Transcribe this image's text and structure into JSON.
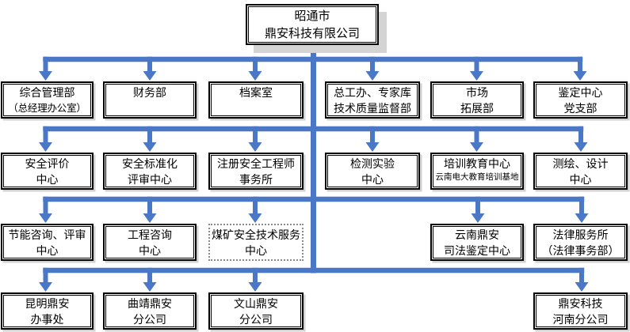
{
  "colors": {
    "connector_blue": "#4A77C6",
    "box_border": "#000000",
    "box_shadow_gray": "#D1D1D1",
    "root_shadow_gray": "#D4D4D4",
    "dotted_border_gray": "#8A8A8A"
  },
  "org_chart": {
    "root": {
      "line1": "昭通市",
      "line2": "鼎安科技有限公司"
    },
    "level2": [
      {
        "line1": "综合管理部",
        "line2": "（总经理办公室）"
      },
      {
        "line1": "财务部"
      },
      {
        "line1": "档案室"
      },
      {
        "line1": "总工办、专家库",
        "line2": "技术质量监督部"
      },
      {
        "line1": "市场",
        "line2": "拓展部"
      },
      {
        "line1": "鉴定中心",
        "line2": "党支部"
      }
    ],
    "level3": [
      {
        "line1": "安全评价",
        "line2": "中心"
      },
      {
        "line1": "安全标准化",
        "line2": "评审中心"
      },
      {
        "line1": "注册安全工程师",
        "line2": "事务所"
      },
      {
        "line1": "检测实验",
        "line2": "中心"
      },
      {
        "line1": "培训教育中心",
        "line2": "云南电大教育培训基地"
      },
      {
        "line1": "测绘、设计",
        "line2": "中心"
      }
    ],
    "level4": [
      {
        "line1": "节能咨询、评审",
        "line2": "中心"
      },
      {
        "line1": "工程咨询",
        "line2": "中心"
      },
      {
        "line1": "煤矿安全技术服务",
        "line2": "中心"
      },
      {
        "line1": "云南鼎安",
        "line2": "司法鉴定中心"
      },
      {
        "line1": "法律服务所",
        "line2": "（法律事务部）"
      }
    ],
    "level5": [
      {
        "line1": "昆明鼎安",
        "line2": "办事处"
      },
      {
        "line1": "曲靖鼎安",
        "line2": "分公司"
      },
      {
        "line1": "文山鼎安",
        "line2": "分公司"
      },
      {
        "line1": "鼎安科技",
        "line2": "河南分公司"
      }
    ]
  }
}
